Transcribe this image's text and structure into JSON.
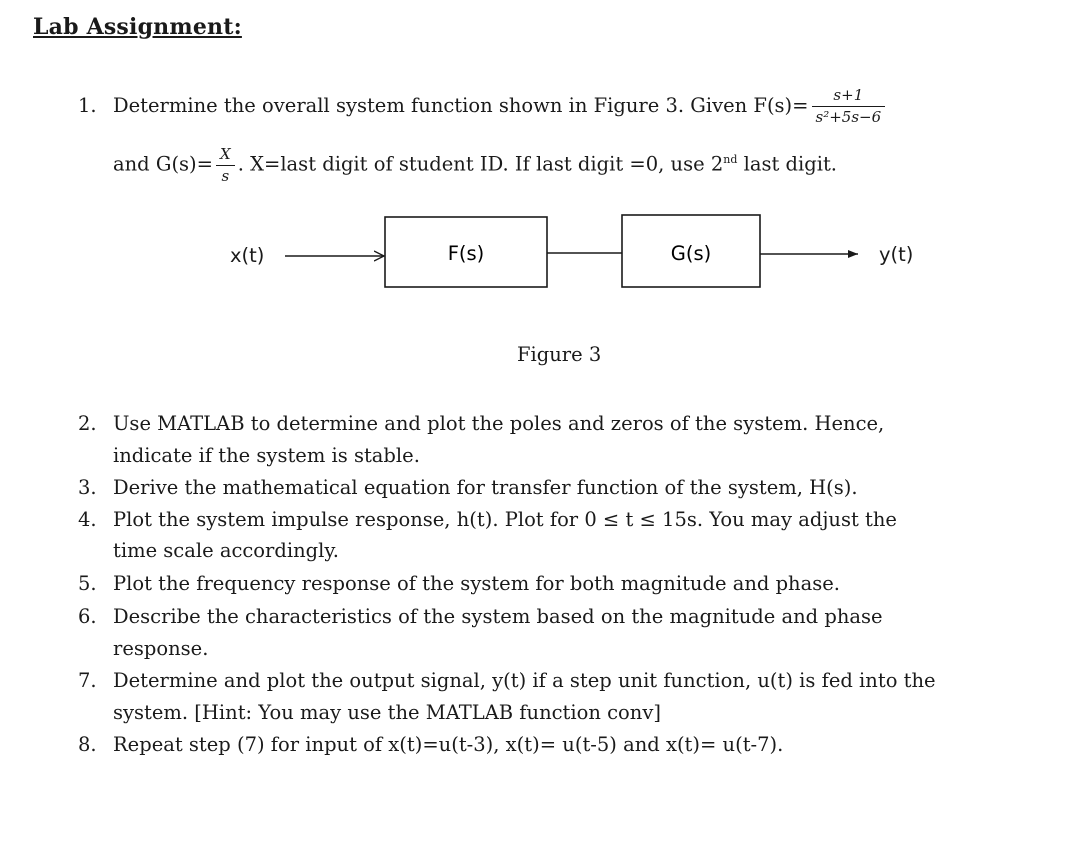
{
  "heading": "Lab Assignment:",
  "q1": {
    "number": "1.",
    "text_a": "Determine the overall system function shown in Figure 3. Given F(s)=",
    "f_num": "s+1",
    "f_den": "s²+5s−6",
    "text_b": "and G(s)=",
    "g_num": "X",
    "g_den": "s",
    "text_c": ". X=last digit of student ID. If last digit =0, use 2",
    "ord": "nd",
    "text_d": " last digit."
  },
  "diagram": {
    "input": "x(t)",
    "block1": "F(s)",
    "block2": "G(s)",
    "output": "y(t)",
    "caption": "Figure 3"
  },
  "items": [
    {
      "number": "2.",
      "line1": "Use MATLAB to determine and plot the poles and zeros of the system. Hence,",
      "line2": "indicate if the system is stable."
    },
    {
      "number": "3.",
      "line1": "Derive the mathematical equation for transfer function of the system, H(s)."
    },
    {
      "number": "4.",
      "line1": "Plot the system impulse response, h(t). Plot for 0 ≤ t ≤ 15s. You may adjust the",
      "line2": "time scale accordingly."
    },
    {
      "number": "5.",
      "line1": "Plot the frequency response of the system for both magnitude and phase."
    },
    {
      "number": "6.",
      "line1": "Describe the characteristics of the system based on the magnitude and phase",
      "line2": "response."
    },
    {
      "number": "7.",
      "line1": "Determine and plot the output signal, y(t) if a step unit function, u(t) is fed into the",
      "line2": "system. [Hint: You may use the MATLAB function conv]"
    },
    {
      "number": "8.",
      "line1": "Repeat step (7) for input of x(t)=u(t-3), x(t)= u(t-5) and x(t)= u(t-7)."
    }
  ]
}
